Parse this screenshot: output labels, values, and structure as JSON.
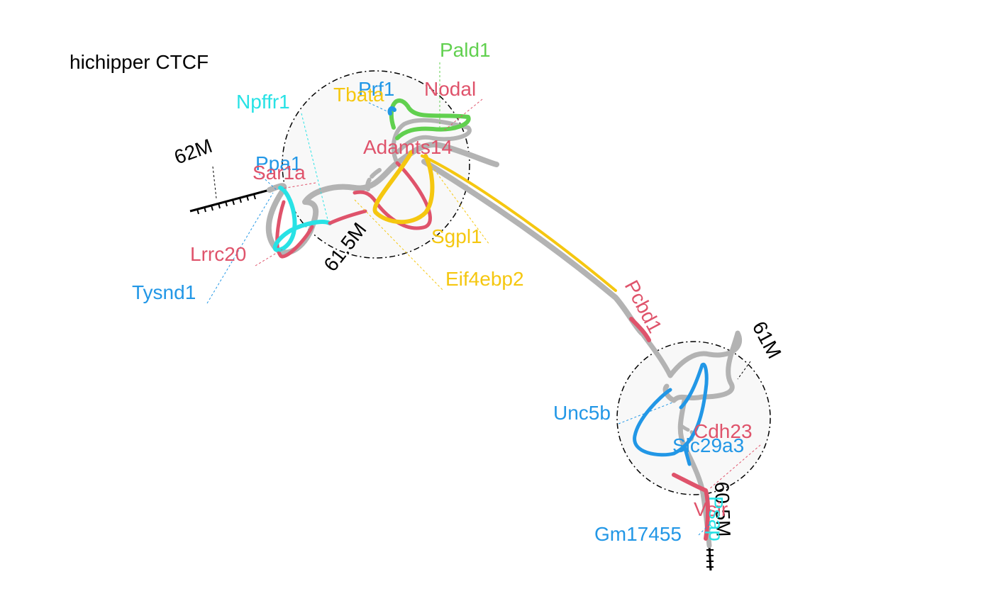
{
  "title": "hichipper CTCF",
  "colors": {
    "gray": "#b3b3b3",
    "red": "#df536b",
    "green": "#61d04f",
    "blue": "#2297e6",
    "cyan": "#28e2e5",
    "yellow": "#f5c710",
    "black": "#000000"
  },
  "positions": {
    "p62M": "62M",
    "p615M": "61.5M",
    "p61M": "61M",
    "p605M": "60.5M"
  },
  "genes": {
    "pald1": "Pald1",
    "prf1": "Prf1",
    "nodal": "Nodal",
    "tbata": "Tbata",
    "npffr1": "Npffr1",
    "adamts14": "Adamts14",
    "ppa1": "Ppa1",
    "sar1a": "Sar1a",
    "sgpl1": "Sgpl1",
    "lrrc20": "Lrrc20",
    "eif4ebp2": "Eif4ebp2",
    "tysnd1": "Tysnd1",
    "pcbd1": "Pcbd1",
    "unc5b": "Unc5b",
    "cdh23": "Cdh23",
    "slc29a3": "Slc29a3",
    "vsir": "Vsir",
    "psap": "Psap",
    "gm17455": "Gm17455"
  }
}
